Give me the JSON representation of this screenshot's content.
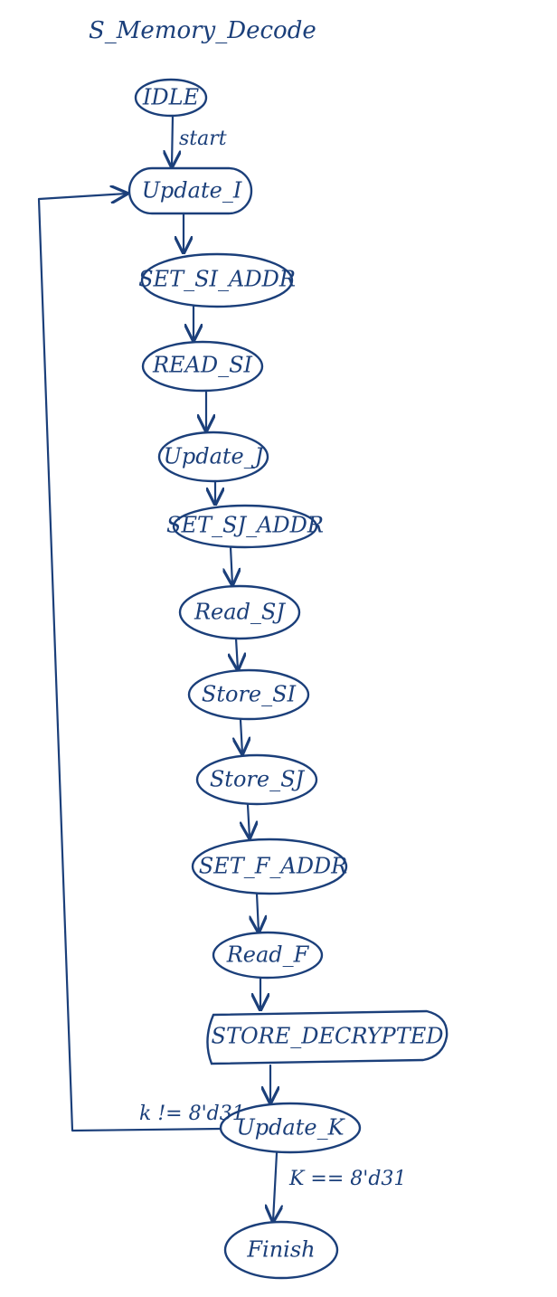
{
  "diagram": {
    "title": "S_Memory_Decode",
    "nodes": [
      {
        "id": "idle",
        "label": "IDLE"
      },
      {
        "id": "update_i",
        "label": "Update_I"
      },
      {
        "id": "set_si_addr",
        "label": "SET_SI_ADDR"
      },
      {
        "id": "read_si",
        "label": "READ_SI"
      },
      {
        "id": "update_j",
        "label": "Update_J"
      },
      {
        "id": "set_sj_addr",
        "label": "SET_SJ_ADDR"
      },
      {
        "id": "read_sj",
        "label": "Read_SJ"
      },
      {
        "id": "store_si",
        "label": "Store_SI"
      },
      {
        "id": "store_sj",
        "label": "Store_SJ"
      },
      {
        "id": "set_f_addr",
        "label": "SET_F_ADDR"
      },
      {
        "id": "read_f",
        "label": "Read_F"
      },
      {
        "id": "store_decrypted",
        "label": "STORE_DECRYPTED"
      },
      {
        "id": "update_k",
        "label": "Update_K"
      },
      {
        "id": "finish",
        "label": "Finish"
      }
    ],
    "edges": [
      {
        "from": "idle",
        "to": "update_i",
        "label": "start"
      },
      {
        "from": "update_i",
        "to": "set_si_addr"
      },
      {
        "from": "set_si_addr",
        "to": "read_si"
      },
      {
        "from": "read_si",
        "to": "update_j"
      },
      {
        "from": "update_j",
        "to": "set_sj_addr"
      },
      {
        "from": "set_sj_addr",
        "to": "read_sj"
      },
      {
        "from": "read_sj",
        "to": "store_si"
      },
      {
        "from": "store_si",
        "to": "store_sj"
      },
      {
        "from": "store_sj",
        "to": "set_f_addr"
      },
      {
        "from": "set_f_addr",
        "to": "read_f"
      },
      {
        "from": "read_f",
        "to": "store_decrypted"
      },
      {
        "from": "store_decrypted",
        "to": "update_k"
      },
      {
        "from": "update_k",
        "to": "update_i",
        "label": "k != 8'd31"
      },
      {
        "from": "update_k",
        "to": "finish",
        "label": "K == 8'd31"
      }
    ]
  },
  "colors": {
    "ink": "#1b3f7a",
    "background": "#ffffff"
  }
}
